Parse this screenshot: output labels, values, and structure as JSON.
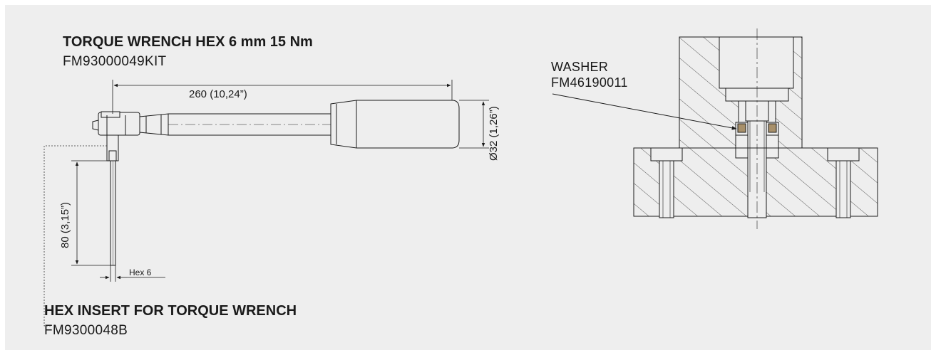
{
  "wrench": {
    "title": "TORQUE WRENCH HEX 6 mm 15 Nm",
    "code": "FM93000049KIT",
    "dim_length": "260 (10,24”)",
    "dim_diameter": "Ø32 (1,26”)",
    "dim_insert_length": "80 (3,15”)",
    "dim_hex": "Hex 6"
  },
  "insert": {
    "title": "HEX INSERT FOR TORQUE WRENCH",
    "code": "FM9300048B"
  },
  "section": {
    "callout_name": "WASHER",
    "callout_code": "FM46190011"
  },
  "colors": {
    "panel": "#eeeeee",
    "line": "#1a1a1a",
    "washer": "#a8906a"
  }
}
